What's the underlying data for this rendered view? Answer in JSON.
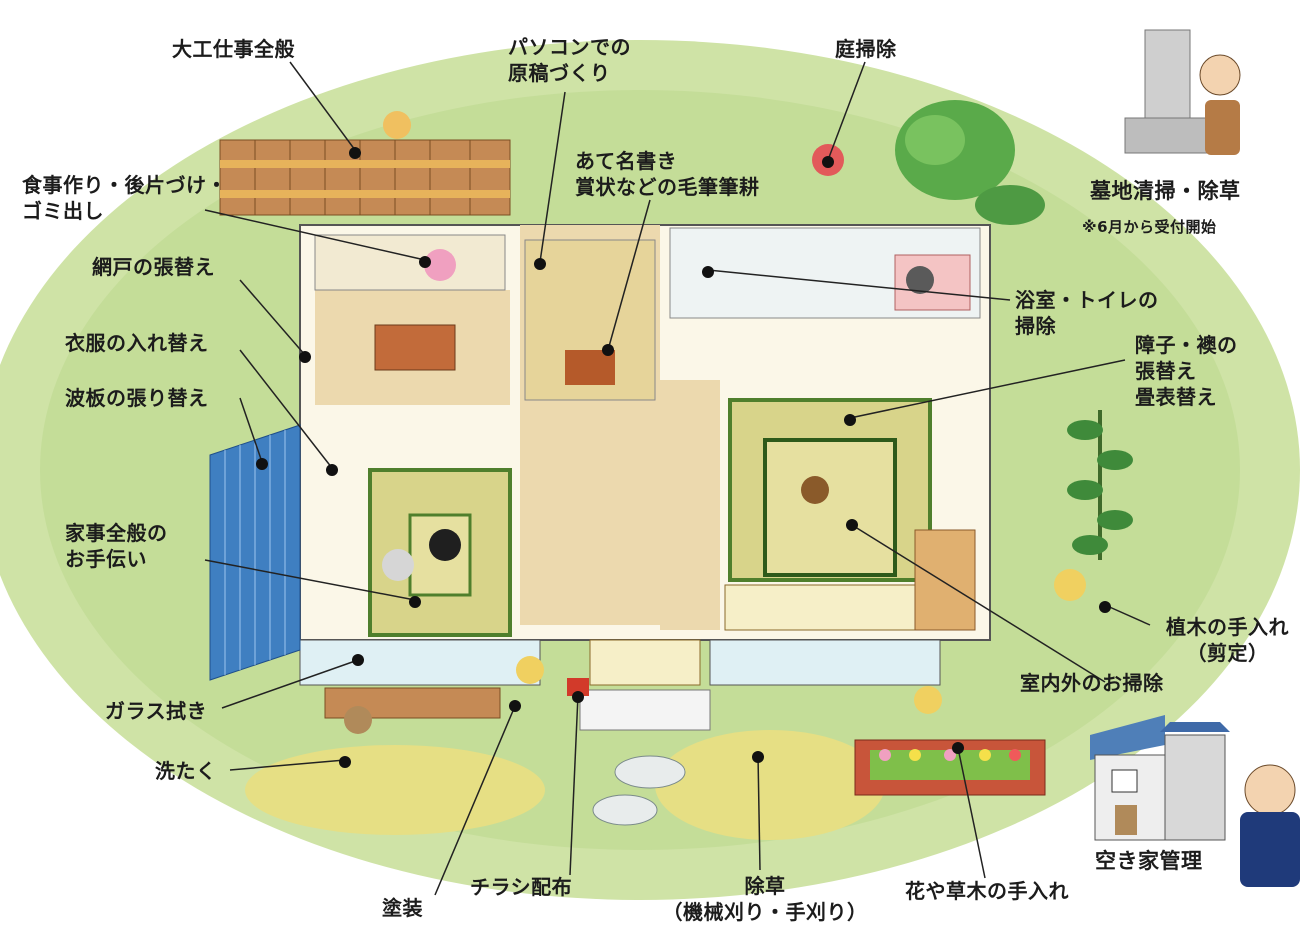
{
  "labels": {
    "carpentry": "大工仕事全般",
    "pc_manuscript": "パソコンでの\n原稿づくり",
    "garden_cleaning": "庭掃除",
    "grave_cleaning": "墓地清掃・除草",
    "grave_note": "※6月から受付開始",
    "cooking": "食事作り・後片づけ・\nゴミ出し",
    "calligraphy": "あて名書き\n賞状などの毛筆筆耕",
    "screen_door": "網戸の張替え",
    "bath_toilet": "浴室・トイレの\n掃除",
    "clothes": "衣服の入れ替え",
    "shoji": "障子・襖の\n張替え\n畳表替え",
    "corrugated": "波板の張り替え",
    "housework": "家事全般の\nお手伝い",
    "pruning": "植木の手入れ\n（剪定）",
    "indoor_outdoor": "室内外のお掃除",
    "glass": "ガラス拭き",
    "laundry": "洗たく",
    "painting": "塗装",
    "flyers": "チラシ配布",
    "weeding": "除草\n（機械刈り・手刈り）",
    "flowers": "花や草木の手入れ",
    "vacant_house": "空き家管理"
  },
  "colors": {
    "lawn": "#cfe3a6",
    "floor": "#ecd9ae",
    "wall": "#fbf7e8",
    "tatami": "#d8d48a",
    "tatami_border": "#4f7f2c",
    "roof_blue": "#3f7fc1",
    "fence": "#c58a55",
    "sand": "#e6df84",
    "leader": "#222222",
    "dot": "#111111"
  }
}
